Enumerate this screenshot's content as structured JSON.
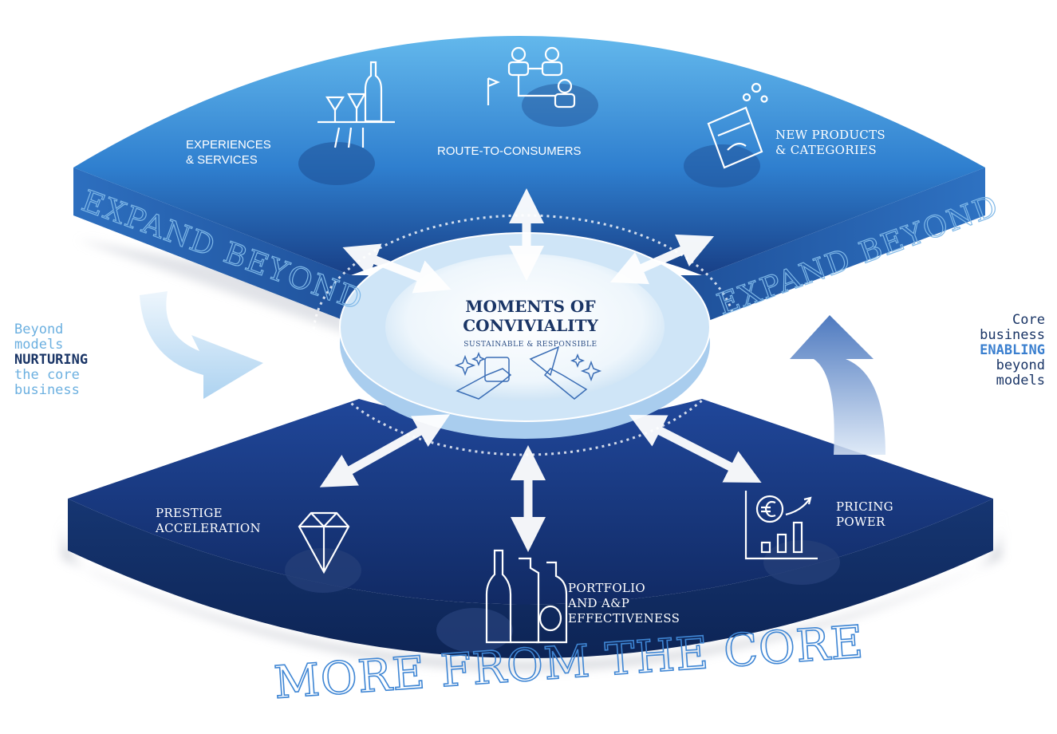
{
  "hub": {
    "title_line1": "MOMENTS OF",
    "title_line2": "CONVIVIALITY",
    "subtitle": "SUSTAINABLE & RESPONSIBLE"
  },
  "top_band": {
    "label_left": "EXPAND BEYOND",
    "label_right": "EXPAND BEYOND",
    "items": [
      {
        "line1": "EXPERIENCES",
        "line2": "& SERVICES",
        "icon": "glasses-tray-icon"
      },
      {
        "line1": "ROUTE-TO-CONSUMERS",
        "line2": "",
        "icon": "people-network-icon"
      },
      {
        "line1": "NEW PRODUCTS",
        "line2": "& CATEGORIES",
        "icon": "can-icon"
      }
    ]
  },
  "bottom_band": {
    "label": "MORE FROM THE CORE",
    "items": [
      {
        "line1": "PRESTIGE",
        "line2": "ACCELERATION",
        "line3": "",
        "icon": "diamond-icon"
      },
      {
        "line1": "PORTFOLIO",
        "line2": "AND A&P",
        "line3": "EFFECTIVENESS",
        "icon": "bottles-icon"
      },
      {
        "line1": "PRICING",
        "line2": "POWER",
        "line3": "",
        "icon": "euro-chart-icon"
      }
    ]
  },
  "left_note": {
    "line1": "Beyond",
    "line2": "models",
    "line3": "NURTURING",
    "line4": "the core",
    "line5": "business"
  },
  "right_note": {
    "line1": "Core",
    "line2": "business",
    "line3": "ENABLING",
    "line4": "beyond",
    "line5": "models"
  },
  "colors": {
    "top_light": "#5aaee6",
    "top_dark": "#1d4f9e",
    "bottom_dark": "#14306e",
    "accent_light": "#6cb0e0",
    "accent_bold": "#3a7fcf",
    "hub_text": "#1a3566"
  }
}
